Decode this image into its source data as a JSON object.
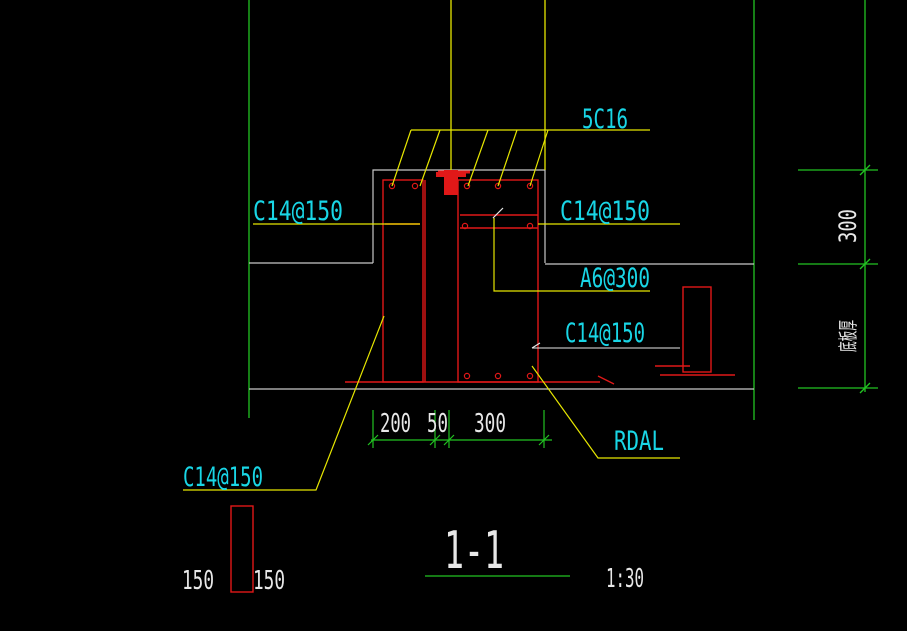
{
  "drawing": {
    "section_title": "1-1",
    "scale": "1:30",
    "labels": {
      "top_bars": "5C16",
      "left_bars": "C14@150",
      "right_bars": "C14@150",
      "stirrup": "A6@300",
      "inner_bars": "C14@150",
      "bottom_left_bars": "C14@150",
      "waterproof": "RDAL"
    },
    "dimensions": {
      "width_a": "200",
      "width_b": "50",
      "width_c": "300",
      "detail_left": "150",
      "detail_right": "150",
      "height_top": "300",
      "height_bottom": "底板厚"
    },
    "colors": {
      "background": "#000000",
      "green": "#22c322",
      "yellow": "#e6e600",
      "red": "#e01818",
      "cyan": "#19d6e6",
      "white": "#e8e8e8",
      "gray": "#bdbdbd"
    }
  }
}
